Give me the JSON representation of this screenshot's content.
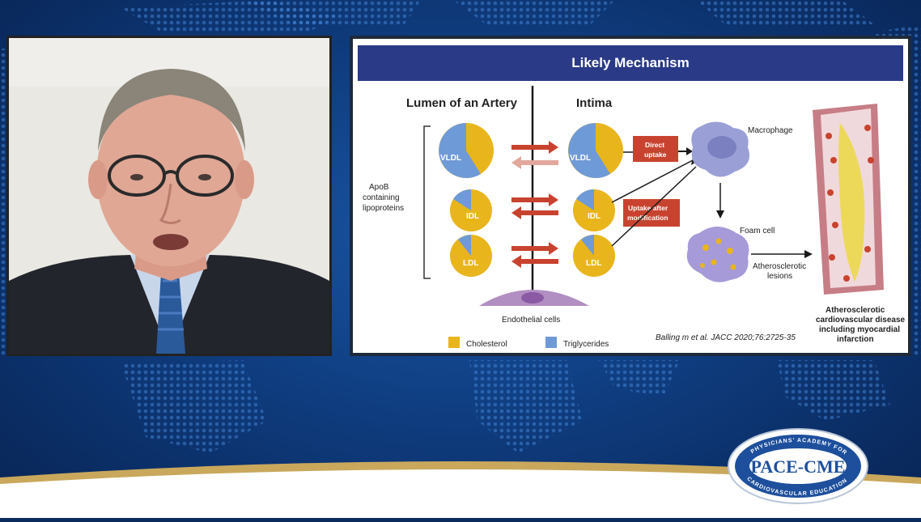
{
  "slide": {
    "title": "Likely Mechanism",
    "lumen_label": "Lumen of an Artery",
    "intima_label": "Intima",
    "apob_label_line1": "ApoB",
    "apob_label_line2": "containing",
    "apob_label_line3": "lipoproteins",
    "vldl": "VLDL",
    "idl": "IDL",
    "ldl": "LDL",
    "direct_uptake_line1": "Direct",
    "direct_uptake_line2": "uptake",
    "uptake_after_line1": "Uptake after",
    "uptake_after_line2": "modification",
    "macrophage": "Macrophage",
    "foam_cell": "Foam cell",
    "athero_lesions_line1": "Atherosclerotic",
    "athero_lesions_line2": "lesions",
    "endothelial": "Endothelial cells",
    "outcome_line1": "Atherosclerotic",
    "outcome_line2": "cardiovascular disease",
    "outcome_line3": "including myocardial",
    "outcome_line4": "infarction",
    "legend_cholesterol": "Cholesterol",
    "legend_triglycerides": "Triglycerides",
    "citation": "Balling m et al. JACC 2020;76:2725-35"
  },
  "logo": {
    "top_arc": "PHYSICIANS' ACADEMY FOR",
    "name": "PACE-CME",
    "bottom_arc": "CARDIOVASCULAR EDUCATION"
  },
  "colors": {
    "cholesterol": "#e8b51c",
    "triglycerides": "#6f9ad8",
    "header": "#2a3a86",
    "arrow_red": "#c8432f",
    "box_red": "#c8432f"
  },
  "icons": {
    "speaker": "presenter-video",
    "macrophage": "macrophage-cell-icon",
    "foam_cell": "foam-cell-icon",
    "artery": "artery-cross-section-icon"
  }
}
